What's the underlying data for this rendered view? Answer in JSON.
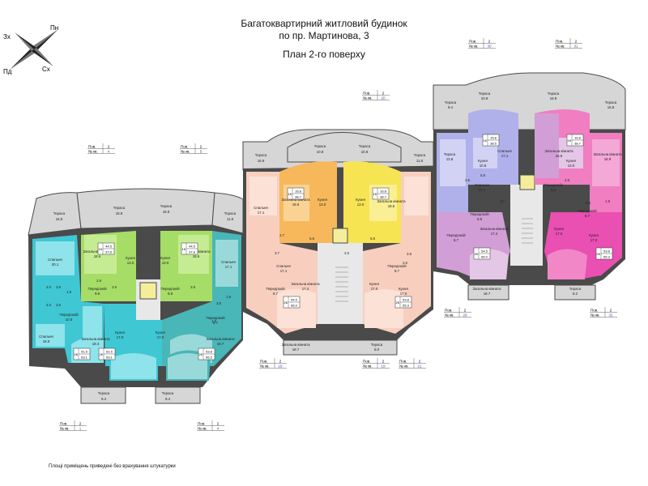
{
  "title_line1": "Багатоквартирний житловий будинок",
  "title_line2": "по пр. Мартинова, 3",
  "title_line3": "План 2-го поверху",
  "footnote": "Площі приміщень приведені без врахування штукатурки",
  "compass": {
    "n": "Пн",
    "w": "Зх",
    "sw": "Пд",
    "se": "Сх"
  },
  "colors": {
    "cyan": "#3fc7d3",
    "cyan_room": "#8fe3ea",
    "teal": "#49b6b8",
    "teal_room": "#9ad9d9",
    "green": "#a6dd66",
    "green_room": "#c6ec93",
    "peach": "#f8cfbf",
    "peach_room": "#fbe1d6",
    "orange": "#f7b85c",
    "orange_room": "#fad394",
    "yellow": "#f6e453",
    "yellow_room": "#faef94",
    "lavender": "#b0b0eb",
    "lavender_room": "#d2d2f5",
    "lilac": "#d29ed6",
    "lilac_room": "#e4c6e6",
    "pink": "#f07ec0",
    "pink_room": "#f4a8d5",
    "magenta": "#ea4fb2",
    "magenta_room": "#f287c8",
    "terrace": "#d4d4d4",
    "wall": "#4a4a4a"
  },
  "tag_labels": {
    "floor": "Пов.",
    "apt": "№ кв."
  },
  "tags": [
    {
      "floor": "2",
      "apt": "4"
    },
    {
      "floor": "2",
      "apt": "5"
    },
    {
      "floor": "2",
      "apt": "1"
    },
    {
      "floor": "2",
      "apt": "4"
    },
    {
      "floor": "2",
      "apt": "18"
    },
    {
      "floor": "2",
      "apt": "20"
    },
    {
      "floor": "2",
      "apt": "19"
    },
    {
      "floor": "2",
      "apt": "21"
    },
    {
      "floor": "2",
      "apt": "30"
    },
    {
      "floor": "2",
      "apt": "31"
    },
    {
      "floor": "2",
      "apt": "29"
    },
    {
      "floor": "2",
      "apt": "32"
    }
  ],
  "room_labels": [
    {
      "text": "Тераса"
    },
    {
      "text": "16.8"
    },
    {
      "text": "Тераса"
    },
    {
      "text": "18.8"
    },
    {
      "text": "Тераса"
    },
    {
      "text": "18.8"
    },
    {
      "text": "Тераса"
    },
    {
      "text": "11.8"
    },
    {
      "text": "Спальня"
    },
    {
      "text": "20.1"
    },
    {
      "text": "Загальна кімната"
    },
    {
      "text": "18.6"
    },
    {
      "text": "Кухня"
    },
    {
      "text": "13.0"
    },
    {
      "text": "Кухня"
    },
    {
      "text": "13.0"
    },
    {
      "text": "Загальна кімната"
    },
    {
      "text": "18.6"
    },
    {
      "text": "Спальня"
    },
    {
      "text": "17.1"
    },
    {
      "text": "Передпокій"
    },
    {
      "text": "9.8"
    },
    {
      "text": "Передпокій"
    },
    {
      "text": "9.8"
    },
    {
      "text": "Передпокій"
    },
    {
      "text": "10.5"
    },
    {
      "text": "Передпокій"
    },
    {
      "text": "8.7"
    },
    {
      "text": "Спальня"
    },
    {
      "text": "18.8"
    },
    {
      "text": "Загальна кімната"
    },
    {
      "text": "18.3"
    },
    {
      "text": "Кухня"
    },
    {
      "text": "17.0"
    },
    {
      "text": "Кухня"
    },
    {
      "text": "17.0"
    },
    {
      "text": "Загальна кімната"
    },
    {
      "text": "18.7"
    },
    {
      "text": "Тераса"
    },
    {
      "text": "8.4"
    },
    {
      "text": "Тераса"
    },
    {
      "text": "8.4"
    },
    {
      "text": "Тераса"
    },
    {
      "text": "16.9"
    },
    {
      "text": "Тераса"
    },
    {
      "text": "10.8"
    },
    {
      "text": "Тераса"
    },
    {
      "text": "10.8"
    },
    {
      "text": "Тераса"
    },
    {
      "text": "11.8"
    },
    {
      "text": "Спальня"
    },
    {
      "text": "17.1"
    },
    {
      "text": "Загальна кімната"
    },
    {
      "text": "18.6"
    },
    {
      "text": "Кухня"
    },
    {
      "text": "13.0"
    },
    {
      "text": "Кухня"
    },
    {
      "text": "13.0"
    },
    {
      "text": "Загальна кімната"
    },
    {
      "text": "18.6"
    },
    {
      "text": "Спальня"
    },
    {
      "text": "17.1"
    },
    {
      "text": "Передпокій"
    },
    {
      "text": "8.7"
    },
    {
      "text": "Передпокій"
    },
    {
      "text": "8.7"
    },
    {
      "text": "Загальна кімната"
    },
    {
      "text": "17.4"
    },
    {
      "text": "Кухня"
    },
    {
      "text": "17.0"
    },
    {
      "text": "Кухня"
    },
    {
      "text": "17.0"
    },
    {
      "text": "Загальна кімната"
    },
    {
      "text": "18.7"
    },
    {
      "text": "Тераса"
    },
    {
      "text": "8.0"
    },
    {
      "text": "Тераса"
    },
    {
      "text": "8.4"
    },
    {
      "text": "Тераса"
    },
    {
      "text": "10.8"
    },
    {
      "text": "Тераса"
    },
    {
      "text": "16.8"
    },
    {
      "text": "Тераса"
    },
    {
      "text": "16.8"
    },
    {
      "text": "Тераса"
    },
    {
      "text": "13.8"
    },
    {
      "text": "Спальня"
    },
    {
      "text": "17.1"
    },
    {
      "text": "Кухня"
    },
    {
      "text": "10.8"
    },
    {
      "text": "Загальна кімната"
    },
    {
      "text": "16.9"
    },
    {
      "text": "Кухня"
    },
    {
      "text": "13.0"
    },
    {
      "text": "Загальна кімната"
    },
    {
      "text": "18.9"
    },
    {
      "text": "Спальня"
    },
    {
      "text": "17.1"
    },
    {
      "text": "Передпокій"
    },
    {
      "text": "5.0"
    },
    {
      "text": "Передпокій"
    },
    {
      "text": "5.8"
    },
    {
      "text": "Передпокій"
    },
    {
      "text": "8.7"
    },
    {
      "text": "Передпокій"
    },
    {
      "text": "8.7"
    },
    {
      "text": "Загальна кімната"
    },
    {
      "text": "17.4"
    },
    {
      "text": "Кухня"
    },
    {
      "text": "17.0"
    },
    {
      "text": "Кухня"
    },
    {
      "text": "17.0"
    },
    {
      "text": "Загальна кімната"
    },
    {
      "text": "18.7"
    },
    {
      "text": "Тераса"
    },
    {
      "text": "8.2"
    },
    {
      "text": "Тераса"
    },
    {
      "text": "8.4"
    }
  ],
  "area_boxes": [
    {
      "rooms": "1K",
      "area1": "44.5",
      "area2": "37.8"
    },
    {
      "rooms": "2K",
      "area1": "51.5",
      "area2": "63.1"
    },
    {
      "rooms": "2K",
      "area1": "61.5",
      "area2": "63.1"
    },
    {
      "rooms": "1K",
      "area1": "44.5",
      "area2": "37.8"
    },
    {
      "rooms": "2K",
      "area1": "53.8",
      "area2": "65.3"
    },
    {
      "rooms": "1K",
      "area1": "16.8",
      "area2": "38.7"
    },
    {
      "rooms": "1K",
      "area1": "16.8",
      "area2": "38.7"
    },
    {
      "rooms": "2K",
      "area1": "54.5",
      "area2": "66.0"
    },
    {
      "rooms": "2K",
      "area1": "53.8",
      "area2": "65.3"
    },
    {
      "rooms": "1K",
      "area1": "15.8",
      "area2": "38.5"
    },
    {
      "rooms": "1K",
      "area1": "16.8",
      "area2": "38.7"
    },
    {
      "rooms": "2K",
      "area1": "54.5",
      "area2": "66.0"
    },
    {
      "rooms": "2K",
      "area1": "53.8",
      "area2": "65.3"
    }
  ],
  "small_labels": [
    {
      "text": "4.0"
    },
    {
      "text": "3.6"
    },
    {
      "text": "1.9"
    },
    {
      "text": "4.0"
    },
    {
      "text": "3.6"
    },
    {
      "text": "2.8"
    },
    {
      "text": "2.6"
    },
    {
      "text": "3.8"
    },
    {
      "text": "3.6"
    },
    {
      "text": "1.9"
    },
    {
      "text": "2.7"
    },
    {
      "text": "5.8"
    },
    {
      "text": "3.7"
    },
    {
      "text": "2.6"
    },
    {
      "text": "5.8"
    },
    {
      "text": "3.8"
    },
    {
      "text": "2.6"
    },
    {
      "text": "3.6"
    },
    {
      "text": "5.8"
    },
    {
      "text": "3.7"
    },
    {
      "text": "2.6"
    },
    {
      "text": "3.6"
    },
    {
      "text": "1.9"
    },
    {
      "text": "1.9"
    }
  ]
}
